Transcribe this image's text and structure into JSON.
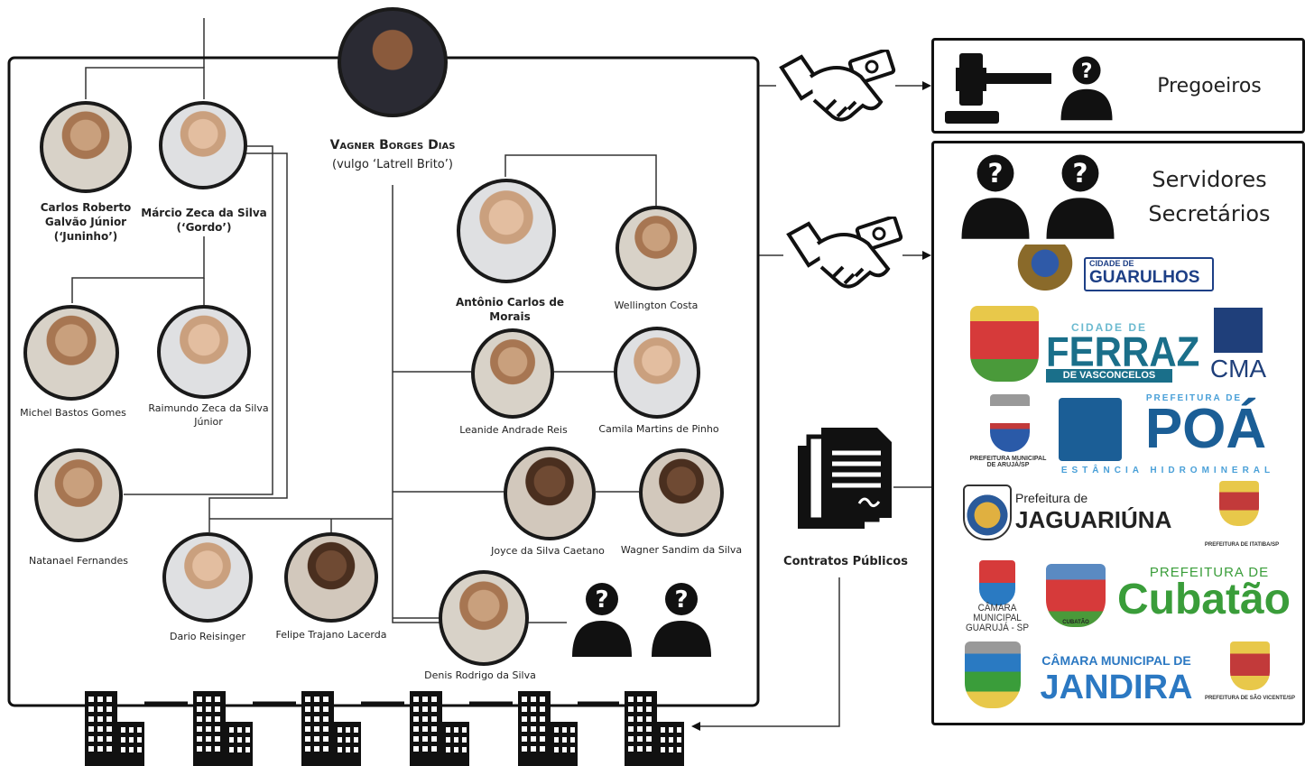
{
  "leader": {
    "name": "Vagner Borges Dias",
    "alias": "(vulgo ‘Latrell Brito’)"
  },
  "people": [
    {
      "id": "carlos",
      "name": "Carlos Roberto Galvão Júnior (‘Juninho’)"
    },
    {
      "id": "marcio",
      "name": "Márcio Zeca da Silva (‘Gordo’)"
    },
    {
      "id": "michel",
      "name": "Michel Bastos Gomes"
    },
    {
      "id": "raimundo",
      "name": "Raimundo Zeca da Silva Júnior"
    },
    {
      "id": "natanael",
      "name": "Natanael Fernandes"
    },
    {
      "id": "dario",
      "name": "Dario Reisinger"
    },
    {
      "id": "felipe",
      "name": "Felipe Trajano Lacerda"
    },
    {
      "id": "antonio",
      "name": "Antônio Carlos de Morais"
    },
    {
      "id": "wellington",
      "name": "Wellington Costa"
    },
    {
      "id": "leanide",
      "name": "Leanide Andrade Reis"
    },
    {
      "id": "camila",
      "name": "Camila Martins de Pinho"
    },
    {
      "id": "joyce",
      "name": "Joyce da Silva Caetano"
    },
    {
      "id": "wagner",
      "name": "Wagner Sandim da Silva"
    },
    {
      "id": "denis",
      "name": "Denis Rodrigo da Silva"
    }
  ],
  "right": {
    "pregoeiros": "Pregoeiros",
    "servidores": "Servidores",
    "secretarios": "Secretários",
    "contratos": "Contratos Públicos"
  },
  "logos": {
    "guarulhos_top": "CIDADE DE",
    "guarulhos": "GUARULHOS",
    "ferraz_top": "CIDADE DE",
    "ferraz": "FERRAZ",
    "ferraz_bottom": "DE VASCONCELOS",
    "cma": "CMA",
    "aruja": "PREFEITURA MUNICIPAL DE ARUJÁ/SP",
    "poa_top": "PREFEITURA DE",
    "poa": "POÁ",
    "poa_bottom": "ESTÂNCIA HIDROMINERAL",
    "jaguariuna_top": "Prefeitura de",
    "jaguariuna": "JAGUARIÚNA",
    "itatiba": "PREFEITURA DE ITATIBA/SP",
    "guaruja": "CÂMARA MUNICIPAL GUARUJÁ - SP",
    "cubatao_seal": "CUBATÃO",
    "cubatao_top": "PREFEITURA DE",
    "cubatao": "Cubatão",
    "jandira_top": "CÂMARA MUNICIPAL DE",
    "jandira": "JANDIRA",
    "saovicente": "PREFEITURA DE SÃO VICENTE/SP"
  },
  "colors": {
    "outline": "#111111",
    "poa_blue": "#1b5e96",
    "ferraz_teal": "#1a6f8a",
    "cubatao_green": "#3a9d3a",
    "jandira_blue": "#2b78c2",
    "guarulhos_blue": "#1d3f86"
  }
}
